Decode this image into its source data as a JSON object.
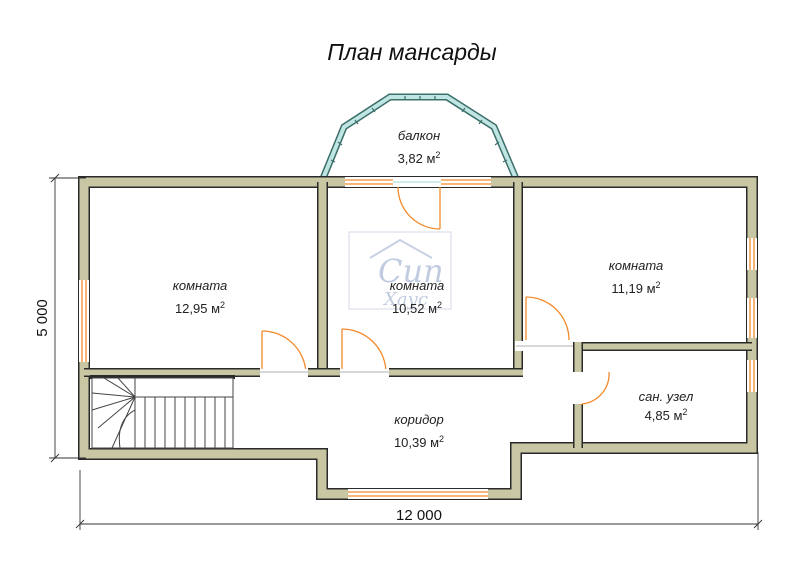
{
  "title": "План мансарды",
  "unit_sup": "2",
  "colors": {
    "wall_fill": "#c9c6a4",
    "wall_stroke": "#2a2a2a",
    "door": "#f28a2b",
    "window": "#f28a2b",
    "bay_glass": "#9fd4cf",
    "dimension": "#333333"
  },
  "rooms": [
    {
      "id": "room1",
      "name": "комната",
      "area": "12,95 м"
    },
    {
      "id": "room2",
      "name": "комната",
      "area": "10,52 м"
    },
    {
      "id": "room3",
      "name": "комната",
      "area": "11,19 м"
    },
    {
      "id": "balcony",
      "name": "балкон",
      "area": "3,82 м"
    },
    {
      "id": "corridor",
      "name": "коридор",
      "area": "10,39 м"
    },
    {
      "id": "bathroom",
      "name": "сан. узел",
      "area": "4,85 м"
    }
  ],
  "dimensions": {
    "width": "12 000",
    "height": "5 000"
  },
  "watermark": {
    "line1": "Сип",
    "line2": "Хаус"
  }
}
